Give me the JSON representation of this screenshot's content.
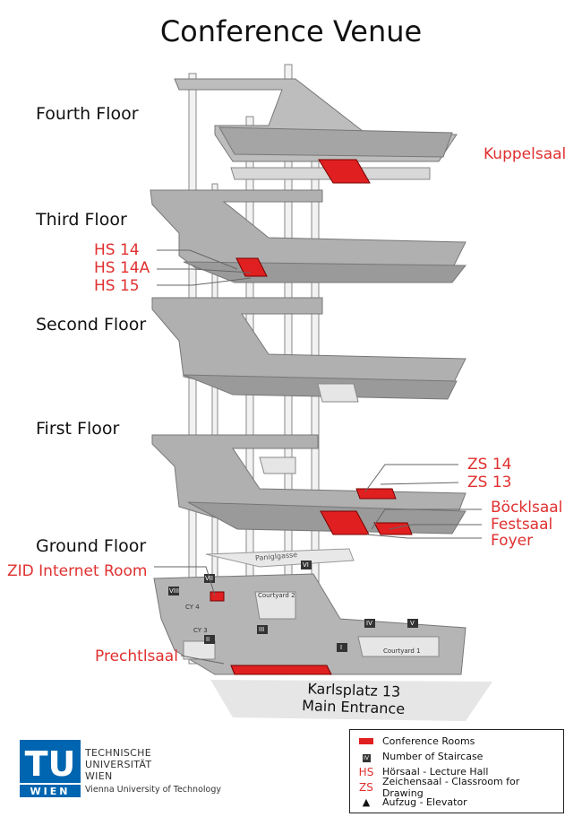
{
  "title": "Conference Venue",
  "floors": [
    "Fourth Floor",
    "Third Floor",
    "Second Floor",
    "First Floor",
    "Ground Floor"
  ],
  "rooms": {
    "kuppelsaal": "Kuppelsaal",
    "hs14": "HS 14",
    "hs14a": "HS 14A",
    "hs15": "HS 15",
    "zs14": "ZS 14",
    "zs13": "ZS 13",
    "boecklsaal": "Böcklsaal",
    "festsaal": "Festsaal",
    "foyer": "Foyer",
    "zid": "ZID Internet Room",
    "prechtlsaal": "Prechtlsaal"
  },
  "places": {
    "courtyard1": "Courtyard 1",
    "courtyard2": "Courtyard 2",
    "cy3": "CY 3",
    "cy4": "CY 4",
    "paniglgasse": "Paniglgasse",
    "entrance_line1": "Karlsplatz 13",
    "entrance_line2": "Main Entrance"
  },
  "staircases": [
    "I",
    "II",
    "III",
    "IV",
    "V",
    "VI",
    "VII",
    "VIII"
  ],
  "legend": {
    "conference_rooms": "Conference Rooms",
    "staircase_key": "IV",
    "staircase": "Number of Staircase",
    "hs_key": "HS",
    "hs": "Hörsaal - Lecture Hall",
    "zs_key": "ZS",
    "zs": "Zeichensaal - Classroom for Drawing",
    "elevator": "Aufzug - Elevator"
  },
  "logo": {
    "line1": "TECHNISCHE",
    "line2": "UNIVERSITÄT",
    "line3": "WIEN",
    "line4": "Vienna University of Technology",
    "mark": "TU WIEN"
  },
  "colors": {
    "highlight": "#e02020",
    "floor": "#a9a9a9",
    "room_label": "#e03030"
  }
}
